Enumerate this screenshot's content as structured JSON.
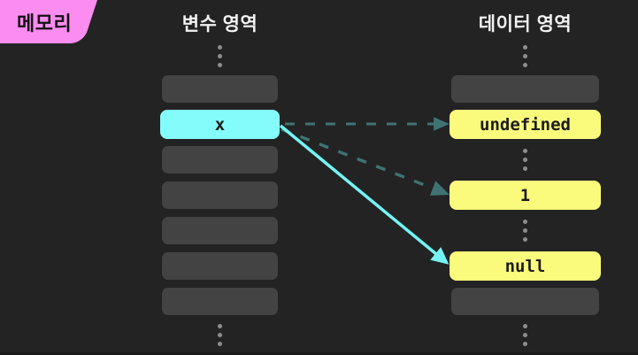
{
  "badge": {
    "label": "메모리"
  },
  "columns": {
    "variables": {
      "header": "변수 영역",
      "rows": [
        {
          "type": "slot",
          "label": ""
        },
        {
          "type": "variable",
          "label": "x"
        },
        {
          "type": "slot",
          "label": ""
        },
        {
          "type": "slot",
          "label": ""
        },
        {
          "type": "slot",
          "label": ""
        },
        {
          "type": "slot",
          "label": ""
        },
        {
          "type": "slot",
          "label": ""
        }
      ]
    },
    "data": {
      "header": "데이터 영역",
      "rows": [
        {
          "type": "slot",
          "label": ""
        },
        {
          "type": "value",
          "label": "undefined"
        },
        {
          "type": "ellipsis",
          "label": ""
        },
        {
          "type": "value",
          "label": "1"
        },
        {
          "type": "ellipsis",
          "label": ""
        },
        {
          "type": "value",
          "label": "null"
        },
        {
          "type": "slot",
          "label": ""
        }
      ]
    }
  },
  "arrows": [
    {
      "from": "x",
      "to": "undefined",
      "style": "dashed"
    },
    {
      "from": "x",
      "to": "1",
      "style": "dashed"
    },
    {
      "from": "x",
      "to": "null",
      "style": "solid"
    }
  ],
  "colors": {
    "background": "#232323",
    "badge_pink": "#fb8cf0",
    "slot_gray": "#434343",
    "highlight_cyan": "#84fcfc",
    "value_yellow": "#fafa7d",
    "arrow_dashed_teal": "#3f7373",
    "arrow_solid_cyan": "#74f4f4",
    "header_text": "#f2f2f2",
    "dots_gray": "#8e8e8e"
  }
}
